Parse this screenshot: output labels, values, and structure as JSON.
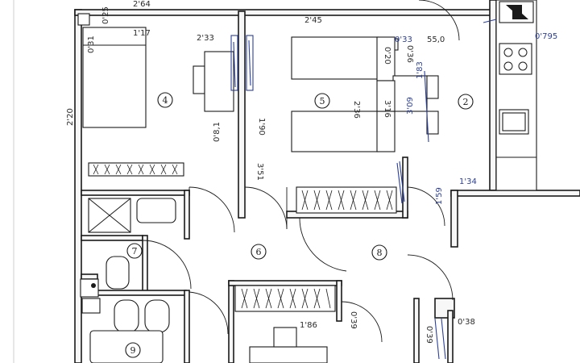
{
  "rooms": [
    {
      "id": "room-4",
      "label": "4"
    },
    {
      "id": "room-5",
      "label": "5"
    },
    {
      "id": "room-2",
      "label": "2"
    },
    {
      "id": "room-7",
      "label": "7"
    },
    {
      "id": "room-6",
      "label": "6"
    },
    {
      "id": "room-8",
      "label": "8"
    },
    {
      "id": "room-9",
      "label": "9"
    }
  ],
  "measurements": {
    "top_width": "2'64",
    "top_right": "2'45",
    "wall_left_top": "0'31",
    "wall_left_top2": "0'25",
    "bed_width": "1'17",
    "left_height": "2'20",
    "bed_right": "2'33",
    "corridor_a": "0'8,1",
    "corridor_b": "1'90",
    "corridor_c": "3'51",
    "room5_a": "2'36",
    "room5_b": "3'16",
    "room5_c": "3'09",
    "room5_d": "1'83",
    "small_a": "0'20",
    "small_b": "0'33",
    "small_c": "0'36",
    "small_d": "55,0",
    "kitchen_top": "0'795",
    "right_small": "1'34",
    "right_small2": "1'59",
    "bottom_a": "0'39",
    "bottom_b": "1'86",
    "bottom_c": "0'38",
    "bottom_d": "0'39"
  }
}
